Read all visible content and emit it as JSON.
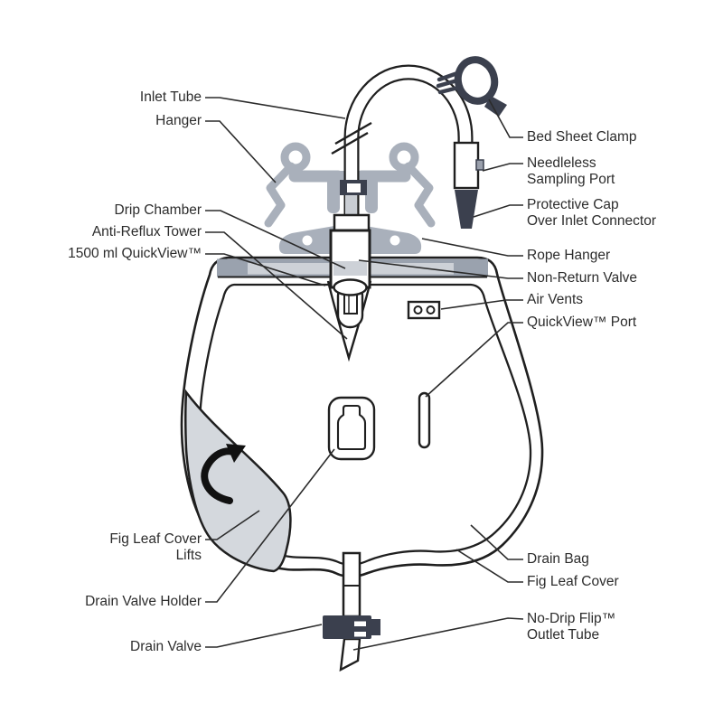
{
  "labels": {
    "inlet_tube": "Inlet Tube",
    "hanger": "Hanger",
    "drip_chamber": "Drip Chamber",
    "anti_reflux_tower": "Anti-Reflux Tower",
    "quickview_1500ml": "1500 ml QuickView™",
    "fig_leaf_cover_lifts": {
      "line1": "Fig Leaf Cover",
      "line2": "Lifts"
    },
    "drain_valve_holder": "Drain Valve Holder",
    "drain_valve": "Drain Valve",
    "bed_sheet_clamp": "Bed Sheet Clamp",
    "needleless_sampling_port": {
      "line1": "Needleless",
      "line2": "Sampling Port"
    },
    "protective_cap": {
      "line1": "Protective Cap",
      "line2": "Over Inlet Connector"
    },
    "rope_hanger": "Rope Hanger",
    "non_return_valve": "Non-Return Valve",
    "air_vents": "Air Vents",
    "quickview_port": "QuickView™ Port",
    "drain_bag": "Drain Bag",
    "fig_leaf_cover": "Fig Leaf Cover",
    "no_drip_flip_outlet_tube": {
      "line1": "No-Drip Flip™",
      "line2": "Outlet Tube"
    }
  },
  "colors": {
    "line": "#1f1f1f",
    "leader": "#2b2b2b",
    "hanger_gray": "#a9b0bb",
    "band_gray": "#9aa2ae",
    "band_light": "#cdd1d7",
    "fold_gray": "#d4d8dd",
    "dark_part": "#3b404e",
    "background": "#ffffff"
  }
}
